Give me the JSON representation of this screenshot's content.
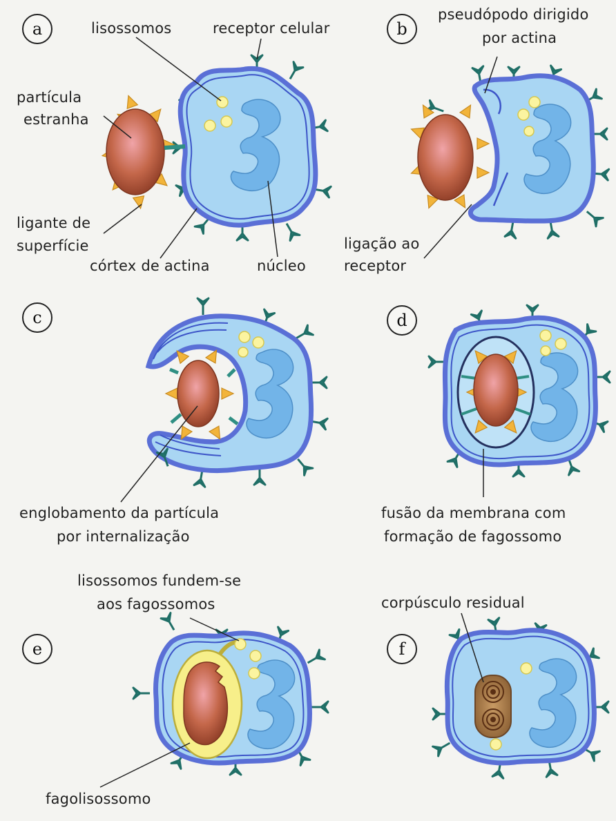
{
  "panels": [
    {
      "letter": "a"
    },
    {
      "letter": "b"
    },
    {
      "letter": "c"
    },
    {
      "letter": "d"
    },
    {
      "letter": "e"
    },
    {
      "letter": "f"
    }
  ],
  "labels": {
    "lisossomos": "lisossomos",
    "receptor_celular": "receptor celular",
    "particula_estranha_1": "partícula",
    "particula_estranha_2": "estranha",
    "ligante_1": "ligante de",
    "ligante_2": "superfície",
    "cortex": "córtex de actina",
    "nucleo": "núcleo",
    "pseudopodo_1": "pseudópodo dirigido",
    "pseudopodo_2": "por actina",
    "ligacao_1": "ligação ao",
    "ligacao_2": "receptor",
    "englobamento_1": "englobamento da partícula",
    "englobamento_2": "por internalização",
    "fusao_1": "fusão da membrana com",
    "fusao_2": "formação de fagossomo",
    "lisossomos_fundem_1": "lisossomos fundem-se",
    "lisossomos_fundem_2": "aos fagossomos",
    "corpusculo": "corpúsculo residual",
    "fagolisossomo": "fagolisossomo"
  },
  "colors": {
    "membrane": "#5a6fd6",
    "cytoplasm": "#a9d6f3",
    "nucleus": "#72b4e8",
    "receptor": "#2f8f83",
    "particle": "#b45a3c",
    "ligand": "#f2b43a",
    "lysosome": "#fbf4a0",
    "phagolysosome": "#f7ef8a",
    "residual_body": "#a07a4a"
  }
}
